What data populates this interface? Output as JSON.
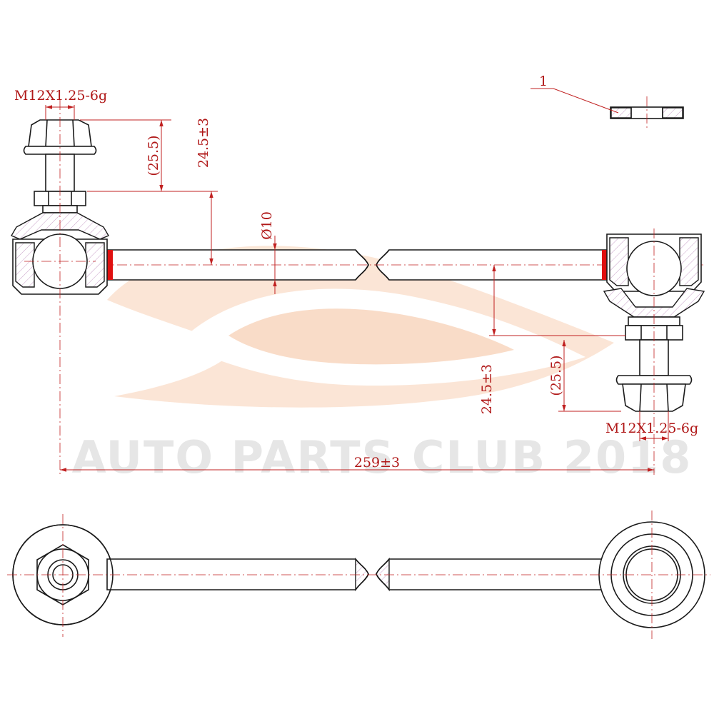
{
  "watermark": {
    "text": "AUTO PARTS CLUB 2018",
    "color": "#e6e6e6",
    "logo_color": "#f7d2b8"
  },
  "dimensions": {
    "thread_left": "M12X1.25-6g",
    "thread_right": "M12X1.25-6g",
    "stud_length_left": "(25.5)",
    "stud_length_right": "(25.5)",
    "height_left": "24.5±3",
    "height_right": "24.5±3",
    "rod_diameter": "Ø10",
    "overall_length": "259±3"
  },
  "callouts": [
    {
      "label": "1"
    }
  ],
  "colors": {
    "outline": "#1a1a1a",
    "dimension": "#c02020",
    "highlight": "#e01010",
    "hatch": "#c8a0c8"
  }
}
